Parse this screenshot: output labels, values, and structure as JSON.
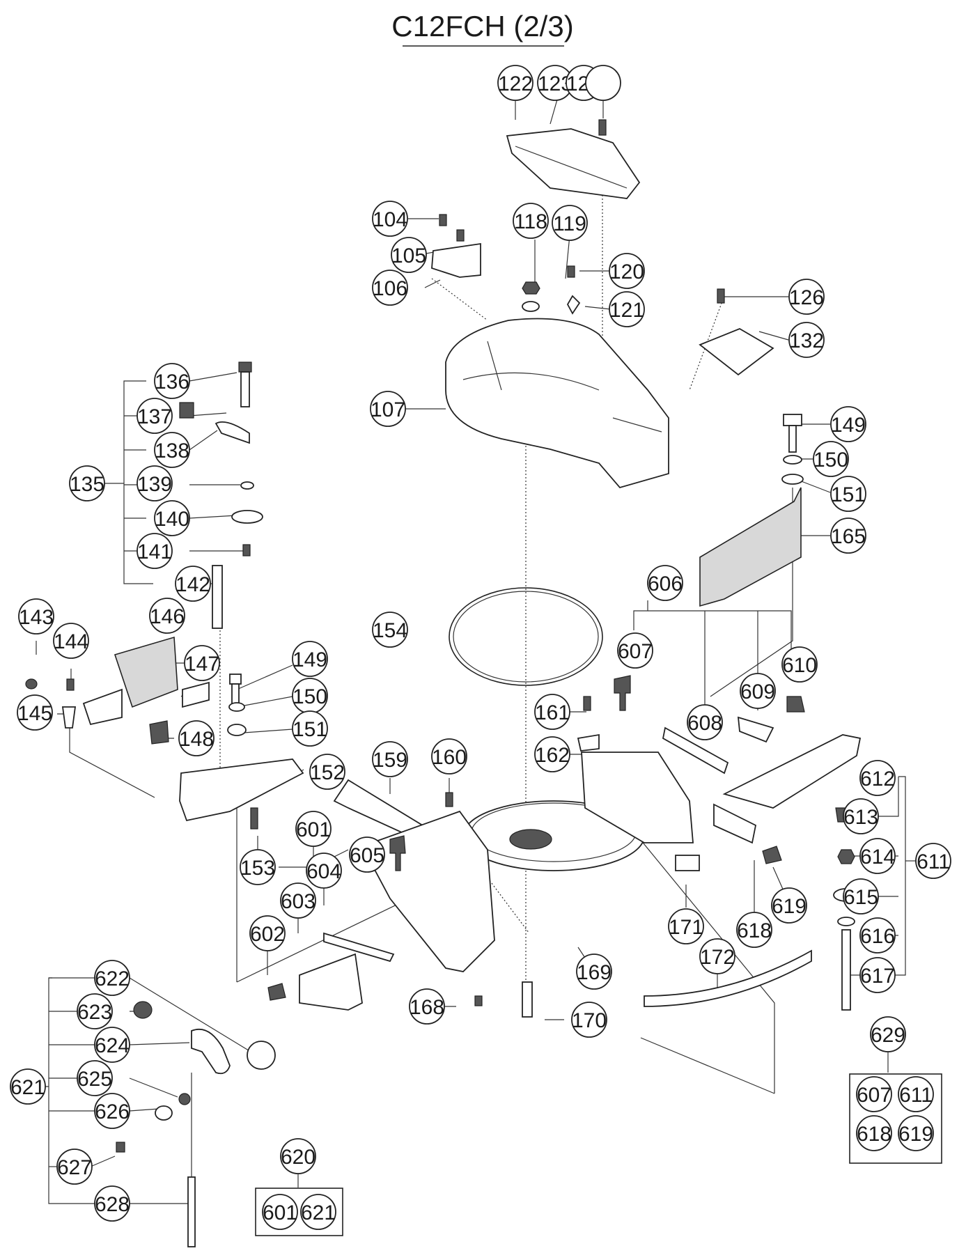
{
  "title": "C12FCH (2/3)",
  "labels": [
    {
      "id": "p122",
      "text": "122"
    },
    {
      "id": "p123",
      "text": "123"
    },
    {
      "id": "p124",
      "text": "124"
    },
    {
      "id": "p104",
      "text": "104"
    },
    {
      "id": "p105",
      "text": "105"
    },
    {
      "id": "p106",
      "text": "106"
    },
    {
      "id": "p118",
      "text": "118"
    },
    {
      "id": "p119",
      "text": "119"
    },
    {
      "id": "p120",
      "text": "120"
    },
    {
      "id": "p121",
      "text": "121"
    },
    {
      "id": "p126",
      "text": "126"
    },
    {
      "id": "p132",
      "text": "132"
    },
    {
      "id": "p107",
      "text": "107"
    },
    {
      "id": "p136",
      "text": "136"
    },
    {
      "id": "p137",
      "text": "137"
    },
    {
      "id": "p138",
      "text": "138"
    },
    {
      "id": "p135",
      "text": "135"
    },
    {
      "id": "p139",
      "text": "139"
    },
    {
      "id": "p140",
      "text": "140"
    },
    {
      "id": "p141",
      "text": "141"
    },
    {
      "id": "p142",
      "text": "142"
    },
    {
      "id": "p149a",
      "text": "149"
    },
    {
      "id": "p150a",
      "text": "150"
    },
    {
      "id": "p151a",
      "text": "151"
    },
    {
      "id": "p165",
      "text": "165"
    },
    {
      "id": "p606",
      "text": "606"
    },
    {
      "id": "p154",
      "text": "154"
    },
    {
      "id": "p143",
      "text": "143"
    },
    {
      "id": "p146",
      "text": "146"
    },
    {
      "id": "p144",
      "text": "144"
    },
    {
      "id": "p147",
      "text": "147"
    },
    {
      "id": "p149b",
      "text": "149"
    },
    {
      "id": "p607",
      "text": "607"
    },
    {
      "id": "p610",
      "text": "610"
    },
    {
      "id": "p150b",
      "text": "150"
    },
    {
      "id": "p145",
      "text": "145"
    },
    {
      "id": "p151b",
      "text": "151"
    },
    {
      "id": "p148",
      "text": "148"
    },
    {
      "id": "p161",
      "text": "161"
    },
    {
      "id": "p609",
      "text": "609"
    },
    {
      "id": "p608",
      "text": "608"
    },
    {
      "id": "p162",
      "text": "162"
    },
    {
      "id": "p159",
      "text": "159"
    },
    {
      "id": "p160",
      "text": "160"
    },
    {
      "id": "p152",
      "text": "152"
    },
    {
      "id": "p612",
      "text": "612"
    },
    {
      "id": "p601",
      "text": "601"
    },
    {
      "id": "p613",
      "text": "613"
    },
    {
      "id": "p605",
      "text": "605"
    },
    {
      "id": "p153",
      "text": "153"
    },
    {
      "id": "p604",
      "text": "604"
    },
    {
      "id": "p614",
      "text": "614"
    },
    {
      "id": "p611",
      "text": "611"
    },
    {
      "id": "p603",
      "text": "603"
    },
    {
      "id": "p615",
      "text": "615"
    },
    {
      "id": "p619",
      "text": "619"
    },
    {
      "id": "p602",
      "text": "602"
    },
    {
      "id": "p171",
      "text": "171"
    },
    {
      "id": "p618",
      "text": "618"
    },
    {
      "id": "p616",
      "text": "616"
    },
    {
      "id": "p172",
      "text": "172"
    },
    {
      "id": "p169",
      "text": "169"
    },
    {
      "id": "p622",
      "text": "622"
    },
    {
      "id": "p617",
      "text": "617"
    },
    {
      "id": "p168",
      "text": "168"
    },
    {
      "id": "p170",
      "text": "170"
    },
    {
      "id": "p623",
      "text": "623"
    },
    {
      "id": "p629",
      "text": "629"
    },
    {
      "id": "p624",
      "text": "624"
    },
    {
      "id": "p621",
      "text": "621"
    },
    {
      "id": "p625",
      "text": "625"
    },
    {
      "id": "p607b",
      "text": "607"
    },
    {
      "id": "p611b",
      "text": "611"
    },
    {
      "id": "p626",
      "text": "626"
    },
    {
      "id": "p618b",
      "text": "618"
    },
    {
      "id": "p619b",
      "text": "619"
    },
    {
      "id": "p620",
      "text": "620"
    },
    {
      "id": "p627",
      "text": "627"
    },
    {
      "id": "p628",
      "text": "628"
    },
    {
      "id": "p601b",
      "text": "601"
    },
    {
      "id": "p621b",
      "text": "621"
    }
  ]
}
